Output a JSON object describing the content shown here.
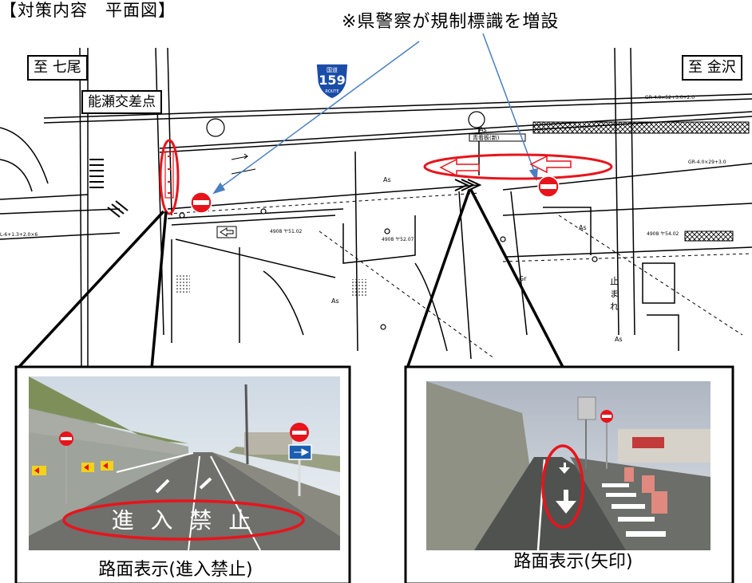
{
  "title": "【対策内容　平面図】",
  "note": "※県警察が規制標識を増設",
  "direction_left": "至 七尾",
  "direction_right": "至 金沢",
  "intersection": "能瀬交差点",
  "route_sign": {
    "top": "国道",
    "number": "159",
    "bottom": "ROUTE"
  },
  "map_labels": {
    "as1": "As",
    "as2": "As",
    "as3": "As",
    "as4": "As",
    "as5": "As",
    "gr": "Gr",
    "stop1": "止",
    "stop2": "ま",
    "stop3": "れ",
    "bench1": "4908 ヤ51.02",
    "bench2": "4908 ヤ52.07",
    "bench3": "4908 ヤ54.02",
    "dim1": "GR-4.0×52+3.0+2.0",
    "dim2": "GR-4.0×29+3.0",
    "dim3": "L-6+1.3+2.0×6",
    "sign_caption": "青看板(新)"
  },
  "photo_left": {
    "road_text": "進 入 禁 止",
    "caption": "路面表示(進入禁止)"
  },
  "photo_right": {
    "caption": "路面表示(矢印)"
  },
  "colors": {
    "callout": "#e8141b",
    "pointer": "#4a7fc0",
    "sign_blue": "#1a5eb0",
    "route_blue": "#1a4da8"
  }
}
